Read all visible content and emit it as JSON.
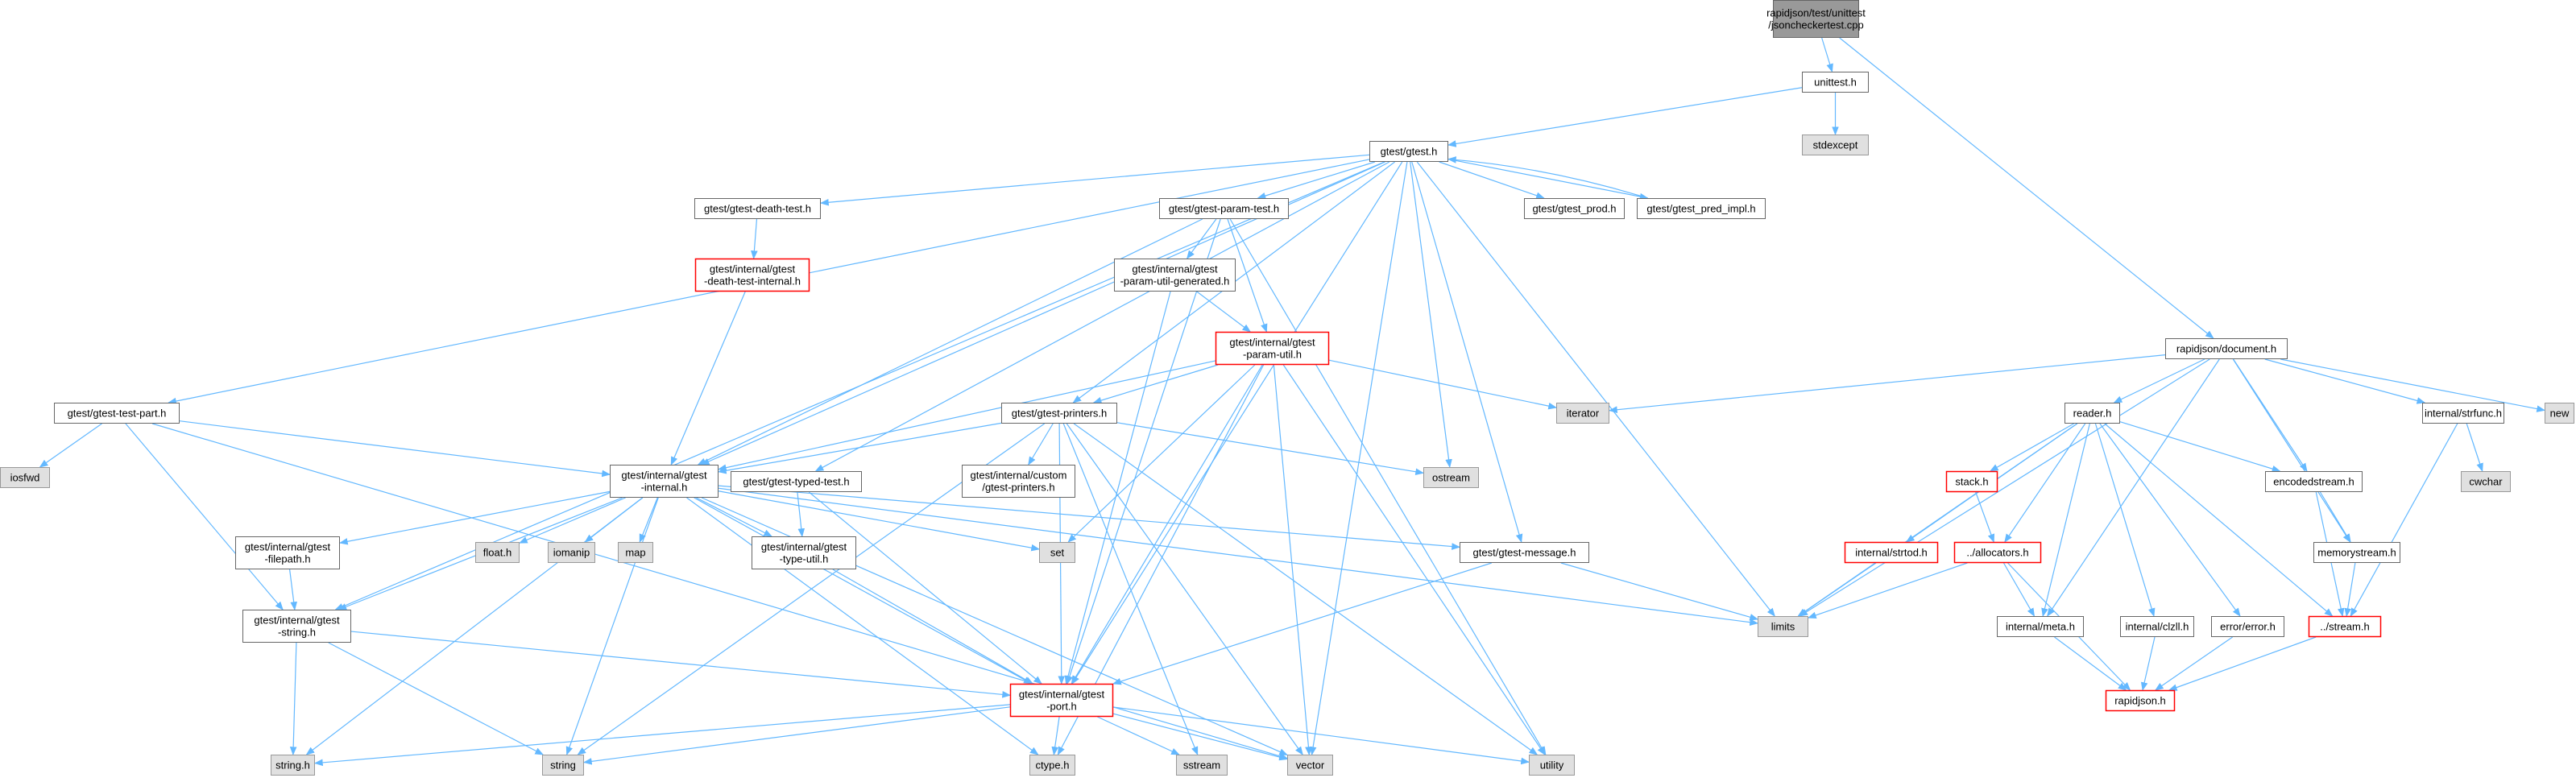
{
  "graph": {
    "edge_color": "#63b8ff",
    "style": {
      "root": {
        "fill": "#999999",
        "stroke": "#666666"
      },
      "normal": {
        "fill": "#ffffff",
        "stroke": "#666666"
      },
      "missing": {
        "fill": "#e0e0e0",
        "stroke": "#999999"
      },
      "red": {
        "fill": "#ffffff",
        "stroke": "#ff0000"
      }
    },
    "nodes": [
      {
        "id": "root",
        "lines": [
          "rapidjson/test/unittest",
          "/jsoncheckertest.cpp"
        ],
        "style": "root"
      },
      {
        "id": "unittest",
        "lines": [
          "unittest.h"
        ],
        "style": "normal"
      },
      {
        "id": "stdexcept",
        "lines": [
          "stdexcept"
        ],
        "style": "missing"
      },
      {
        "id": "gtest",
        "lines": [
          "gtest/gtest.h"
        ],
        "style": "normal"
      },
      {
        "id": "deathtest",
        "lines": [
          "gtest/gtest-death-test.h"
        ],
        "style": "normal"
      },
      {
        "id": "paramtest",
        "lines": [
          "gtest/gtest-param-test.h"
        ],
        "style": "normal"
      },
      {
        "id": "prod",
        "lines": [
          "gtest/gtest_prod.h"
        ],
        "style": "normal"
      },
      {
        "id": "predimpl",
        "lines": [
          "gtest/gtest_pred_impl.h"
        ],
        "style": "normal"
      },
      {
        "id": "deathinternal",
        "lines": [
          "gtest/internal/gtest",
          "-death-test-internal.h"
        ],
        "style": "red"
      },
      {
        "id": "paramgen",
        "lines": [
          "gtest/internal/gtest",
          "-param-util-generated.h"
        ],
        "style": "normal"
      },
      {
        "id": "paramutil",
        "lines": [
          "gtest/internal/gtest",
          "-param-util.h"
        ],
        "style": "red"
      },
      {
        "id": "testpart",
        "lines": [
          "gtest/gtest-test-part.h"
        ],
        "style": "normal"
      },
      {
        "id": "printers",
        "lines": [
          "gtest/gtest-printers.h"
        ],
        "style": "normal"
      },
      {
        "id": "iosfwd",
        "lines": [
          "iosfwd"
        ],
        "style": "missing"
      },
      {
        "id": "internal",
        "lines": [
          "gtest/internal/gtest",
          "-internal.h"
        ],
        "style": "normal"
      },
      {
        "id": "typedtest",
        "lines": [
          "gtest/gtest-typed-test.h"
        ],
        "style": "normal"
      },
      {
        "id": "customprinters",
        "lines": [
          "gtest/internal/custom",
          "/gtest-printers.h"
        ],
        "style": "normal"
      },
      {
        "id": "ostream",
        "lines": [
          "ostream"
        ],
        "style": "missing"
      },
      {
        "id": "iterator",
        "lines": [
          "iterator"
        ],
        "style": "missing"
      },
      {
        "id": "filepath",
        "lines": [
          "gtest/internal/gtest",
          "-filepath.h"
        ],
        "style": "normal"
      },
      {
        "id": "floath",
        "lines": [
          "float.h"
        ],
        "style": "missing"
      },
      {
        "id": "iomanip",
        "lines": [
          "iomanip"
        ],
        "style": "missing"
      },
      {
        "id": "map",
        "lines": [
          "map"
        ],
        "style": "missing"
      },
      {
        "id": "typeutil",
        "lines": [
          "gtest/internal/gtest",
          "-type-util.h"
        ],
        "style": "normal"
      },
      {
        "id": "set",
        "lines": [
          "set"
        ],
        "style": "missing"
      },
      {
        "id": "message",
        "lines": [
          "gtest/gtest-message.h"
        ],
        "style": "normal"
      },
      {
        "id": "gstring",
        "lines": [
          "gtest/internal/gtest",
          "-string.h"
        ],
        "style": "normal"
      },
      {
        "id": "limits",
        "lines": [
          "limits"
        ],
        "style": "missing"
      },
      {
        "id": "port",
        "lines": [
          "gtest/internal/gtest",
          "-port.h"
        ],
        "style": "red"
      },
      {
        "id": "stringh",
        "lines": [
          "string.h"
        ],
        "style": "missing"
      },
      {
        "id": "string",
        "lines": [
          "string"
        ],
        "style": "missing"
      },
      {
        "id": "ctypeh",
        "lines": [
          "ctype.h"
        ],
        "style": "missing"
      },
      {
        "id": "sstream",
        "lines": [
          "sstream"
        ],
        "style": "missing"
      },
      {
        "id": "vector",
        "lines": [
          "vector"
        ],
        "style": "missing"
      },
      {
        "id": "utility",
        "lines": [
          "utility"
        ],
        "style": "missing"
      },
      {
        "id": "document",
        "lines": [
          "rapidjson/document.h"
        ],
        "style": "normal"
      },
      {
        "id": "new",
        "lines": [
          "new"
        ],
        "style": "missing"
      },
      {
        "id": "readerh",
        "lines": [
          "reader.h"
        ],
        "style": "normal"
      },
      {
        "id": "strfunc",
        "lines": [
          "internal/strfunc.h"
        ],
        "style": "normal"
      },
      {
        "id": "stackh",
        "lines": [
          "stack.h"
        ],
        "style": "red"
      },
      {
        "id": "encodedstream",
        "lines": [
          "encodedstream.h"
        ],
        "style": "normal"
      },
      {
        "id": "cwchar",
        "lines": [
          "cwchar"
        ],
        "style": "missing"
      },
      {
        "id": "strtod",
        "lines": [
          "internal/strtod.h"
        ],
        "style": "red"
      },
      {
        "id": "allocators",
        "lines": [
          "../allocators.h"
        ],
        "style": "red"
      },
      {
        "id": "memorystream",
        "lines": [
          "memorystream.h"
        ],
        "style": "normal"
      },
      {
        "id": "meta",
        "lines": [
          "internal/meta.h"
        ],
        "style": "normal"
      },
      {
        "id": "clzll",
        "lines": [
          "internal/clzll.h"
        ],
        "style": "normal"
      },
      {
        "id": "error",
        "lines": [
          "error/error.h"
        ],
        "style": "normal"
      },
      {
        "id": "stream",
        "lines": [
          "../stream.h"
        ],
        "style": "red"
      },
      {
        "id": "rapidjsonh",
        "lines": [
          "rapidjson.h"
        ],
        "style": "red"
      }
    ],
    "edges": [
      [
        "root",
        "unittest"
      ],
      [
        "root",
        "document"
      ],
      [
        "unittest",
        "stdexcept"
      ],
      [
        "unittest",
        "gtest"
      ],
      [
        "gtest",
        "deathtest"
      ],
      [
        "gtest",
        "paramtest"
      ],
      [
        "gtest",
        "prod"
      ],
      [
        "gtest",
        "predimpl"
      ],
      [
        "gtest",
        "testpart"
      ],
      [
        "gtest",
        "printers"
      ],
      [
        "gtest",
        "internal"
      ],
      [
        "gtest",
        "typedtest"
      ],
      [
        "gtest",
        "ostream"
      ],
      [
        "gtest",
        "message"
      ],
      [
        "gtest",
        "gstring"
      ],
      [
        "gtest",
        "limits"
      ],
      [
        "gtest",
        "vector"
      ],
      [
        "gtest",
        "port"
      ],
      [
        "predimpl",
        "gtest"
      ],
      [
        "deathtest",
        "deathinternal"
      ],
      [
        "deathinternal",
        "internal"
      ],
      [
        "paramtest",
        "paramgen"
      ],
      [
        "paramtest",
        "paramutil"
      ],
      [
        "paramtest",
        "internal"
      ],
      [
        "paramtest",
        "port"
      ],
      [
        "paramtest",
        "utility"
      ],
      [
        "paramgen",
        "paramutil"
      ],
      [
        "paramgen",
        "port"
      ],
      [
        "paramutil",
        "printers"
      ],
      [
        "paramutil",
        "internal"
      ],
      [
        "paramutil",
        "iterator"
      ],
      [
        "paramutil",
        "set"
      ],
      [
        "paramutil",
        "port"
      ],
      [
        "paramutil",
        "ctypeh"
      ],
      [
        "paramutil",
        "vector"
      ],
      [
        "paramutil",
        "utility"
      ],
      [
        "testpart",
        "iosfwd"
      ],
      [
        "testpart",
        "internal"
      ],
      [
        "testpart",
        "gstring"
      ],
      [
        "testpart",
        "vector"
      ],
      [
        "printers",
        "internal"
      ],
      [
        "printers",
        "customprinters"
      ],
      [
        "printers",
        "ostream"
      ],
      [
        "printers",
        "sstream"
      ],
      [
        "printers",
        "string"
      ],
      [
        "printers",
        "port"
      ],
      [
        "printers",
        "vector"
      ],
      [
        "printers",
        "utility"
      ],
      [
        "typedtest",
        "typeutil"
      ],
      [
        "typedtest",
        "port"
      ],
      [
        "internal",
        "filepath"
      ],
      [
        "internal",
        "floath"
      ],
      [
        "internal",
        "iomanip"
      ],
      [
        "internal",
        "map"
      ],
      [
        "internal",
        "typeutil"
      ],
      [
        "internal",
        "set"
      ],
      [
        "internal",
        "message"
      ],
      [
        "internal",
        "gstring"
      ],
      [
        "internal",
        "port"
      ],
      [
        "internal",
        "stringh"
      ],
      [
        "internal",
        "string"
      ],
      [
        "internal",
        "ctypeh"
      ],
      [
        "internal",
        "vector"
      ],
      [
        "internal",
        "limits"
      ],
      [
        "filepath",
        "gstring"
      ],
      [
        "typeutil",
        "port"
      ],
      [
        "message",
        "port"
      ],
      [
        "message",
        "limits"
      ],
      [
        "gstring",
        "port"
      ],
      [
        "gstring",
        "stringh"
      ],
      [
        "gstring",
        "string"
      ],
      [
        "port",
        "stringh"
      ],
      [
        "port",
        "string"
      ],
      [
        "port",
        "ctypeh"
      ],
      [
        "port",
        "sstream"
      ],
      [
        "port",
        "vector"
      ],
      [
        "port",
        "utility"
      ],
      [
        "document",
        "iterator"
      ],
      [
        "document",
        "limits"
      ],
      [
        "document",
        "readerh"
      ],
      [
        "document",
        "meta"
      ],
      [
        "document",
        "encodedstream"
      ],
      [
        "document",
        "memorystream"
      ],
      [
        "document",
        "strfunc"
      ],
      [
        "document",
        "new"
      ],
      [
        "readerh",
        "stackh"
      ],
      [
        "readerh",
        "strtod"
      ],
      [
        "readerh",
        "allocators"
      ],
      [
        "readerh",
        "encodedstream"
      ],
      [
        "readerh",
        "limits"
      ],
      [
        "readerh",
        "meta"
      ],
      [
        "readerh",
        "clzll"
      ],
      [
        "readerh",
        "error"
      ],
      [
        "readerh",
        "stream"
      ],
      [
        "stackh",
        "allocators"
      ],
      [
        "strtod",
        "limits"
      ],
      [
        "allocators",
        "limits"
      ],
      [
        "allocators",
        "meta"
      ],
      [
        "allocators",
        "rapidjsonh"
      ],
      [
        "encodedstream",
        "memorystream"
      ],
      [
        "encodedstream",
        "stream"
      ],
      [
        "memorystream",
        "stream"
      ],
      [
        "strfunc",
        "cwchar"
      ],
      [
        "strfunc",
        "stream"
      ],
      [
        "meta",
        "rapidjsonh"
      ],
      [
        "clzll",
        "rapidjsonh"
      ],
      [
        "error",
        "rapidjsonh"
      ],
      [
        "stream",
        "rapidjsonh"
      ]
    ]
  }
}
